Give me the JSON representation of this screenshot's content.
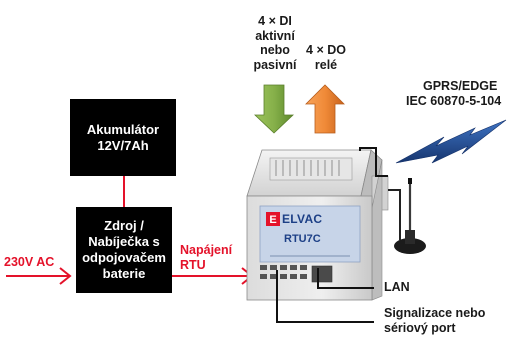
{
  "inputs": {
    "line1": "4 × DI",
    "line2": "aktivní",
    "line3": "nebo",
    "line4": "pasivní"
  },
  "outputs": {
    "line1": "4 × DO",
    "line2": "relé"
  },
  "comm": {
    "line1": "GPRS/EDGE",
    "line2": "IEC 60870-5-104"
  },
  "battery": {
    "line1": "Akumulátor",
    "line2": "12V/7Ah"
  },
  "charger": {
    "line1": "Zdroj /",
    "line2": "Nabíječka s",
    "line3": "odpojovačem",
    "line4": "baterie"
  },
  "mains_label": "230V AC",
  "supply": {
    "line1": "Napájení",
    "line2": "RTU"
  },
  "device": {
    "brand": "ELVAC",
    "model": "RTU7C"
  },
  "lan_label": "LAN",
  "serial": {
    "line1": "Signalizace nebo",
    "line2": "sériový port"
  },
  "colors": {
    "red": "#e4122a",
    "green": "#7fa83a",
    "orange": "#ee8a3a",
    "lightning_blue": "#2f5fa8"
  }
}
